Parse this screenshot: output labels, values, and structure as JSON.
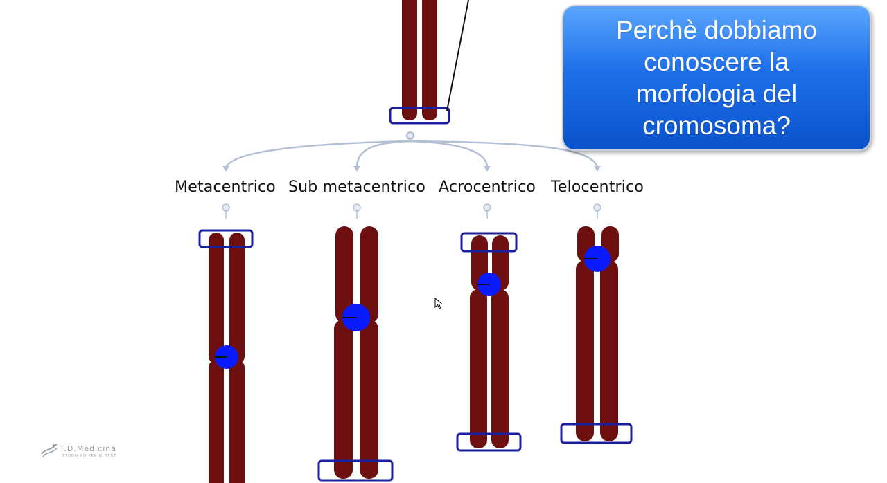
{
  "question": {
    "text": "Perchè dobbiamo conoscere la morfologia del cromosoma?"
  },
  "categories": [
    {
      "label": "Metacentrico",
      "centromere_position": 0.5
    },
    {
      "label": "Sub metacentrico",
      "centromere_position": 0.37
    },
    {
      "label": "Acrocentrico",
      "centromere_position": 0.25
    },
    {
      "label": "Telocentrico",
      "centromere_position": 0.15
    }
  ],
  "logo": {
    "name": "T.D.Medicina",
    "tagline": "STUDIAMO PER IL TEST"
  },
  "colors": {
    "chromatid": "#6e0f0f",
    "centromere": "#0a1cff",
    "telomere_box": "#1a1fa0",
    "connector": "#b3bfd4",
    "question_box": "#1d6fe8"
  }
}
